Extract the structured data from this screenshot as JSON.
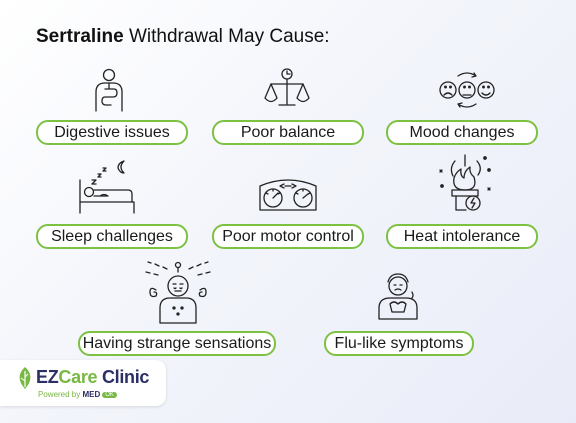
{
  "title": {
    "bold": "Sertraline",
    "rest": "Withdrawal May Cause:"
  },
  "symptoms": [
    {
      "label": "Digestive issues",
      "icon": "digestive-system-icon"
    },
    {
      "label": "Poor balance",
      "icon": "balance-scale-icon"
    },
    {
      "label": "Mood changes",
      "icon": "mood-faces-icon"
    },
    {
      "label": "Sleep challenges",
      "icon": "sleeping-person-icon"
    },
    {
      "label": "Poor motor control",
      "icon": "gauges-icon"
    },
    {
      "label": "Heat intolerance",
      "icon": "fire-icon"
    },
    {
      "label": "Having strange sensations",
      "icon": "sensation-person-icon"
    },
    {
      "label": "Flu-like symptoms",
      "icon": "sick-person-icon"
    }
  ],
  "logo": {
    "ez": "EZ",
    "care": "Care",
    "clinic": "Clinic",
    "powered": "Powered by",
    "med": "MED",
    "badge": "OK"
  },
  "colors": {
    "accent": "#7cc142",
    "brand_navy": "#2c2f66",
    "brand_green": "#78b843"
  }
}
